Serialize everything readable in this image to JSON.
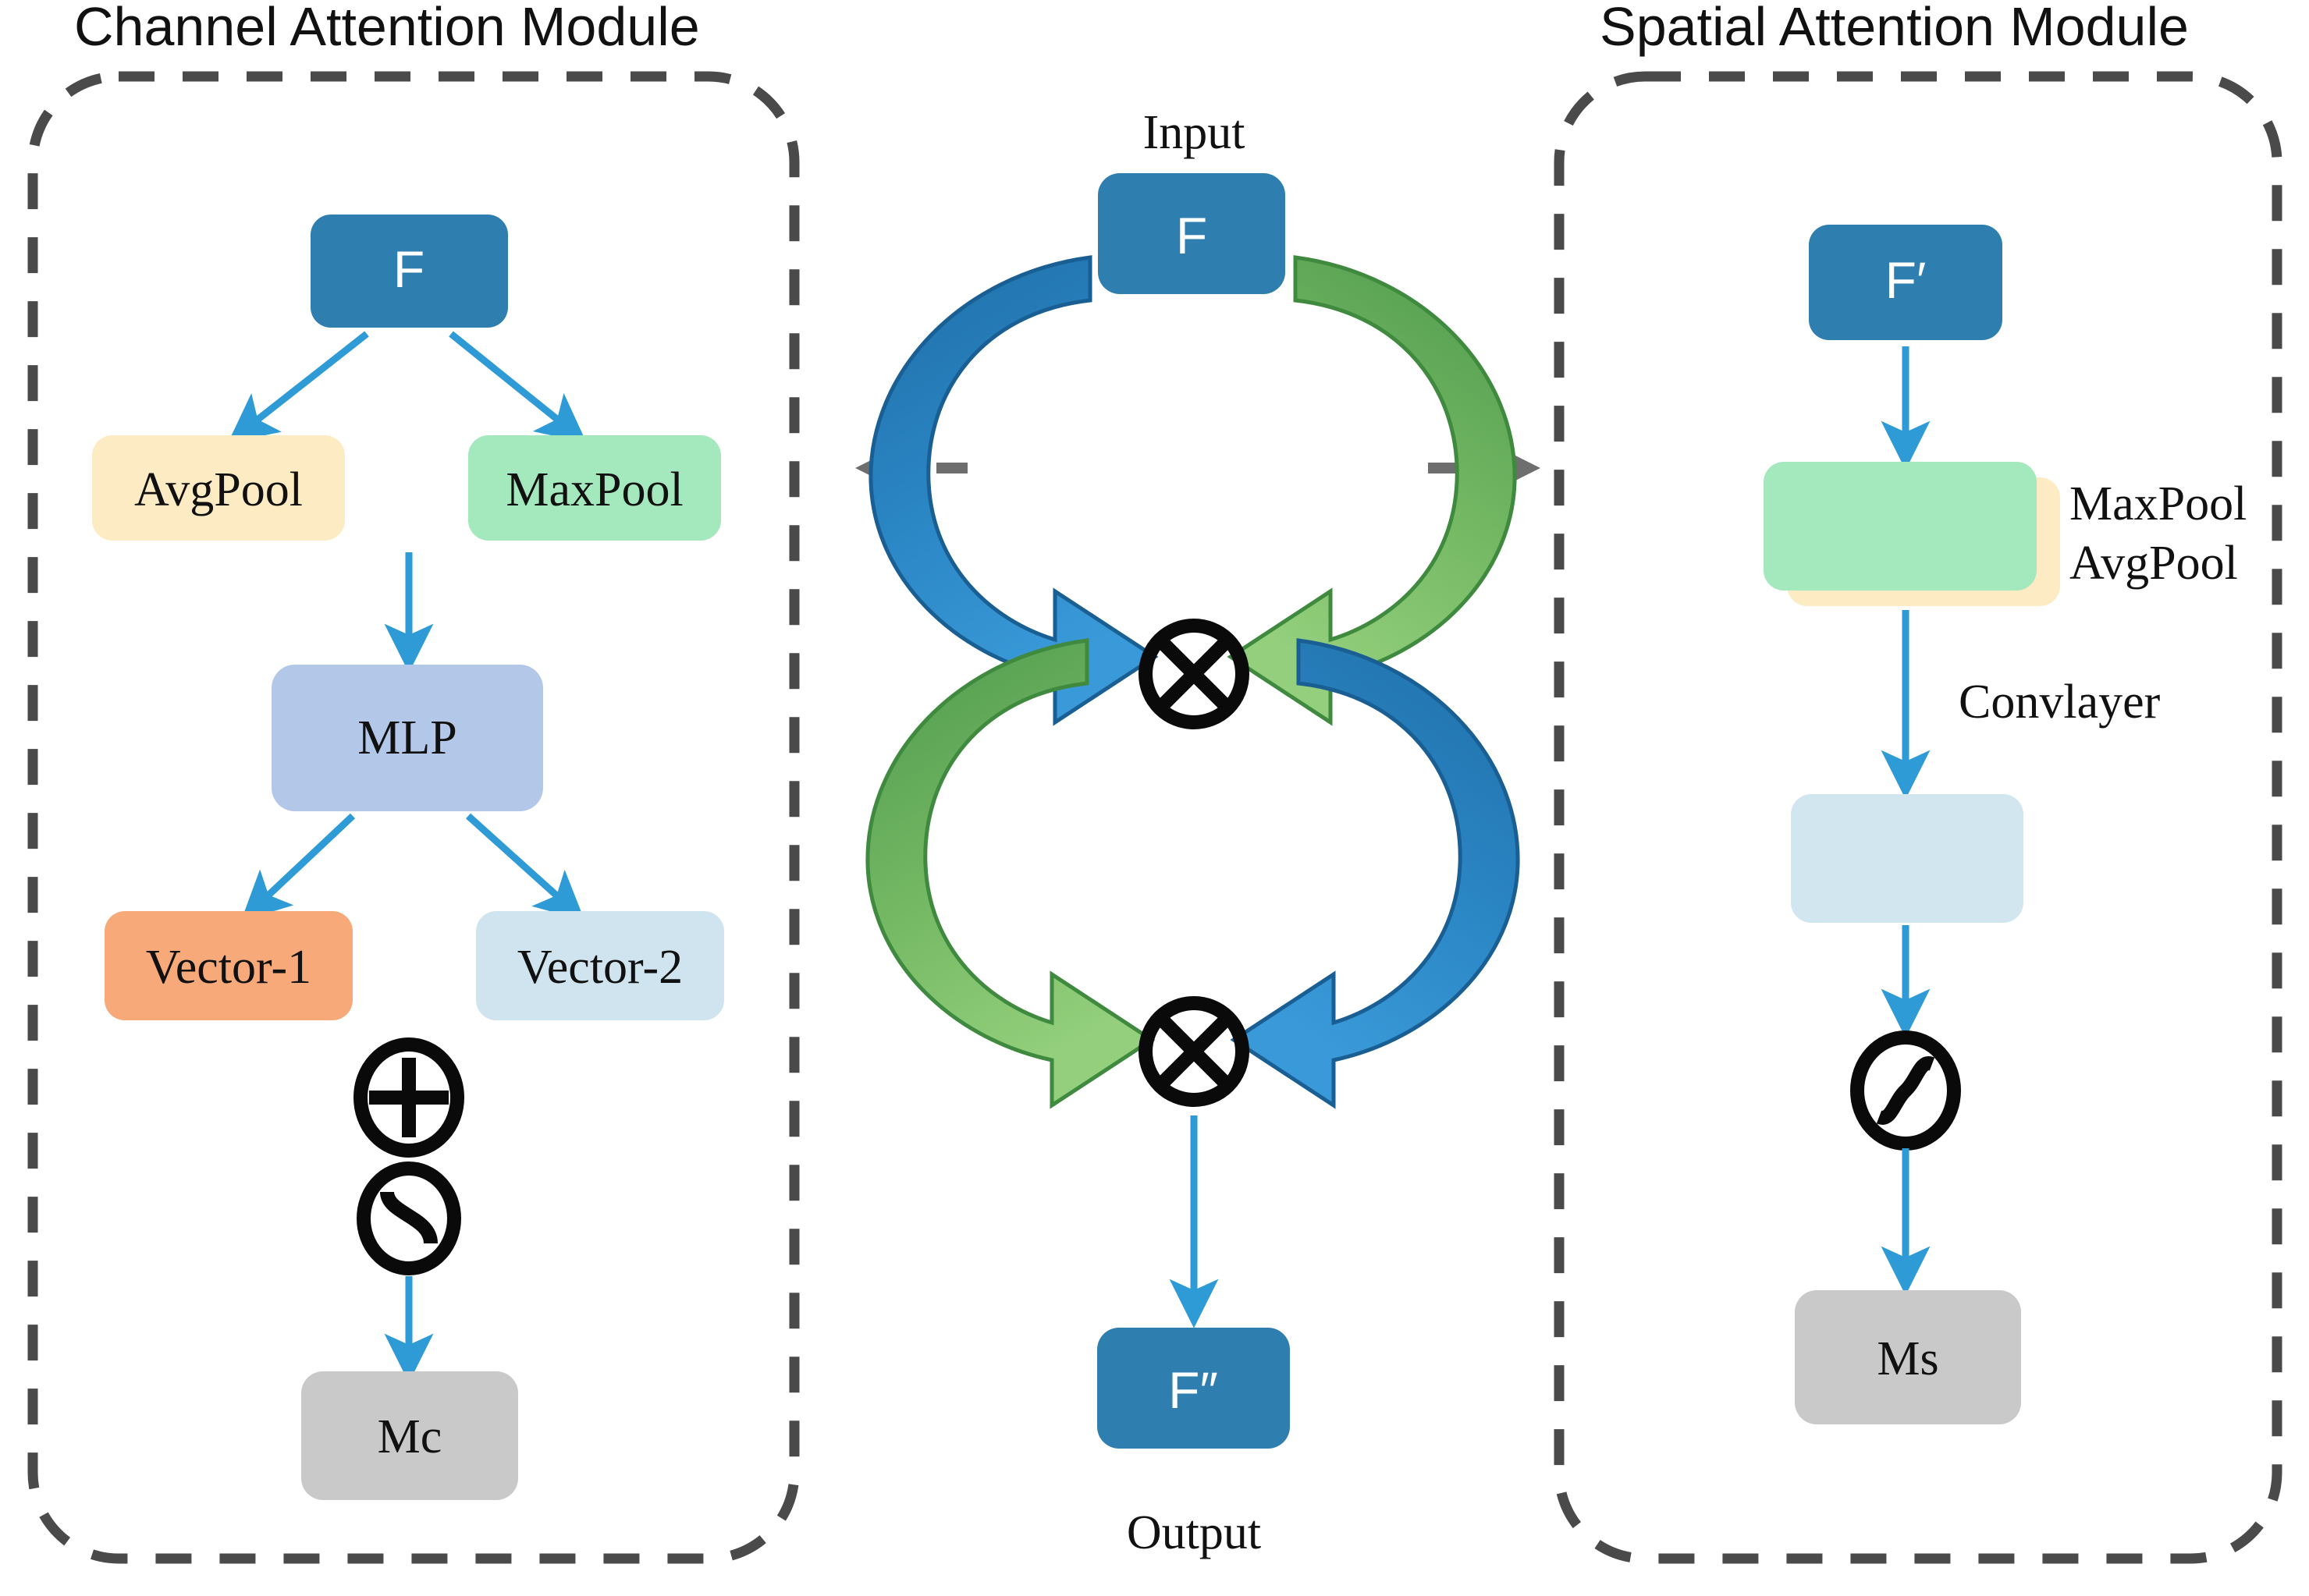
{
  "figure": {
    "type": "diagram",
    "description": "CBAM attention architecture with Channel Attention Module, Spatial Attention Module and a central Input/Output flow"
  },
  "colors": {
    "feature_blue": "#2e7faf",
    "avgpool_yellow": "#fdebc3",
    "maxpool_green": "#a4e8bd",
    "mlp_blue": "#b3c7e8",
    "vector1_orange": "#f7a97a",
    "vector2_lightblue": "#cfe4ee",
    "conv_lightblue": "#d2e6f0",
    "mask_grey": "#c9c9c9",
    "arrow_blue": "#2e9bd6",
    "frame_grey": "#4a4a4a",
    "connector_grey": "#6e6e6e",
    "curve_blue_dark": "#1f6fa8",
    "curve_blue_light": "#3a9ad9",
    "curve_green_dark": "#4e9a4e",
    "curve_green_light": "#93cf7c"
  },
  "channel_module": {
    "title": "Channel Attention Module",
    "nodes": {
      "input_feature": "F",
      "avgpool": "AvgPool",
      "maxpool": "MaxPool",
      "mlp": "MLP",
      "vector1": "Vector-1",
      "vector2": "Vector-2",
      "output_mask": "Mc"
    },
    "operators": {
      "add": "plus-in-circle",
      "sigmoid": "sigmoid-in-circle"
    }
  },
  "center_flow": {
    "input_label": "Input",
    "input_feature": "F",
    "output_feature": "F″",
    "output_label": "Output",
    "multiply_op_top": "multiply-in-circle",
    "multiply_op_bottom": "multiply-in-circle"
  },
  "spatial_module": {
    "title": "Spatial Attention Module",
    "nodes": {
      "input_feature": "F′",
      "pool_label_line1": "MaxPool",
      "pool_label_line2": "AvgPool",
      "conv_label": "Convlayer",
      "output_mask": "Ms"
    },
    "operators": {
      "sigmoid": "sigmoid-in-circle"
    }
  }
}
